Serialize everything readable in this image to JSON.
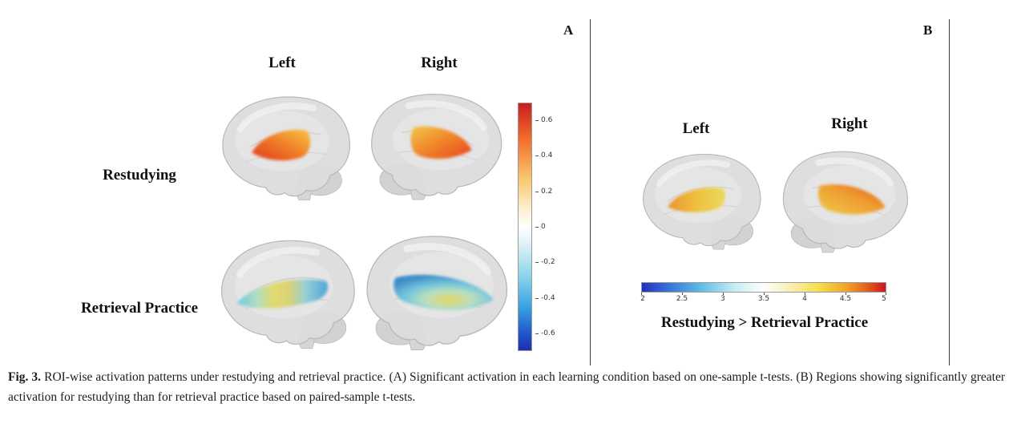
{
  "figure": {
    "panelA": {
      "label": "A",
      "col_left": "Left",
      "col_right": "Right",
      "row1": "Restudying",
      "row2": "Retrieval Practice",
      "colorbar_ticks": [
        "0.6",
        "0.4",
        "0.2",
        "0",
        "-0.2",
        "-0.4",
        "-0.6"
      ]
    },
    "panelB": {
      "label": "B",
      "col_left": "Left",
      "col_right": "Right",
      "contrast_caption": "Restudying > Retrieval Practice",
      "colorbar_ticks": [
        "2",
        "2.5",
        "3",
        "3.5",
        "4",
        "4.5",
        "5"
      ]
    },
    "caption_label": "Fig. 3.",
    "caption_text": "ROI-wise activation patterns under restudying and retrieval practice. (A) Significant activation in each learning condition based on one-sample t-tests. (B) Regions showing significantly greater activation for restudying than for retrieval practice based on paired-sample t-tests.",
    "colors": {
      "hot_max": "#cc1c22",
      "cool_min": "#1c2fb0",
      "brain_gray": "#dadada",
      "restudy_blob": "#ee7426",
      "retrieval_blob_cool": "#4fa6d8",
      "retrieval_blob_warm": "#e2d96e",
      "panelB_blob": "#f0c040"
    }
  }
}
